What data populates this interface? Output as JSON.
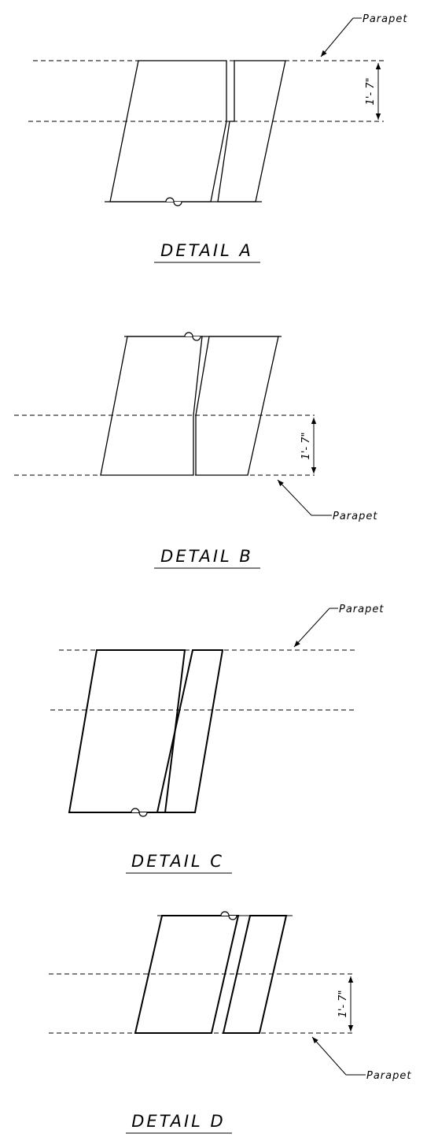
{
  "details": {
    "a": {
      "title": "DETAIL A",
      "parapet_label": "Parapet",
      "dimension": "1'- 7\""
    },
    "b": {
      "title": "DETAIL B",
      "parapet_label": "Parapet",
      "dimension": "1'- 7\""
    },
    "c": {
      "title": "DETAIL C",
      "parapet_label": "Parapet"
    },
    "d": {
      "title": "DETAIL D",
      "parapet_label": "Parapet",
      "dimension": "1'- 7\""
    }
  }
}
